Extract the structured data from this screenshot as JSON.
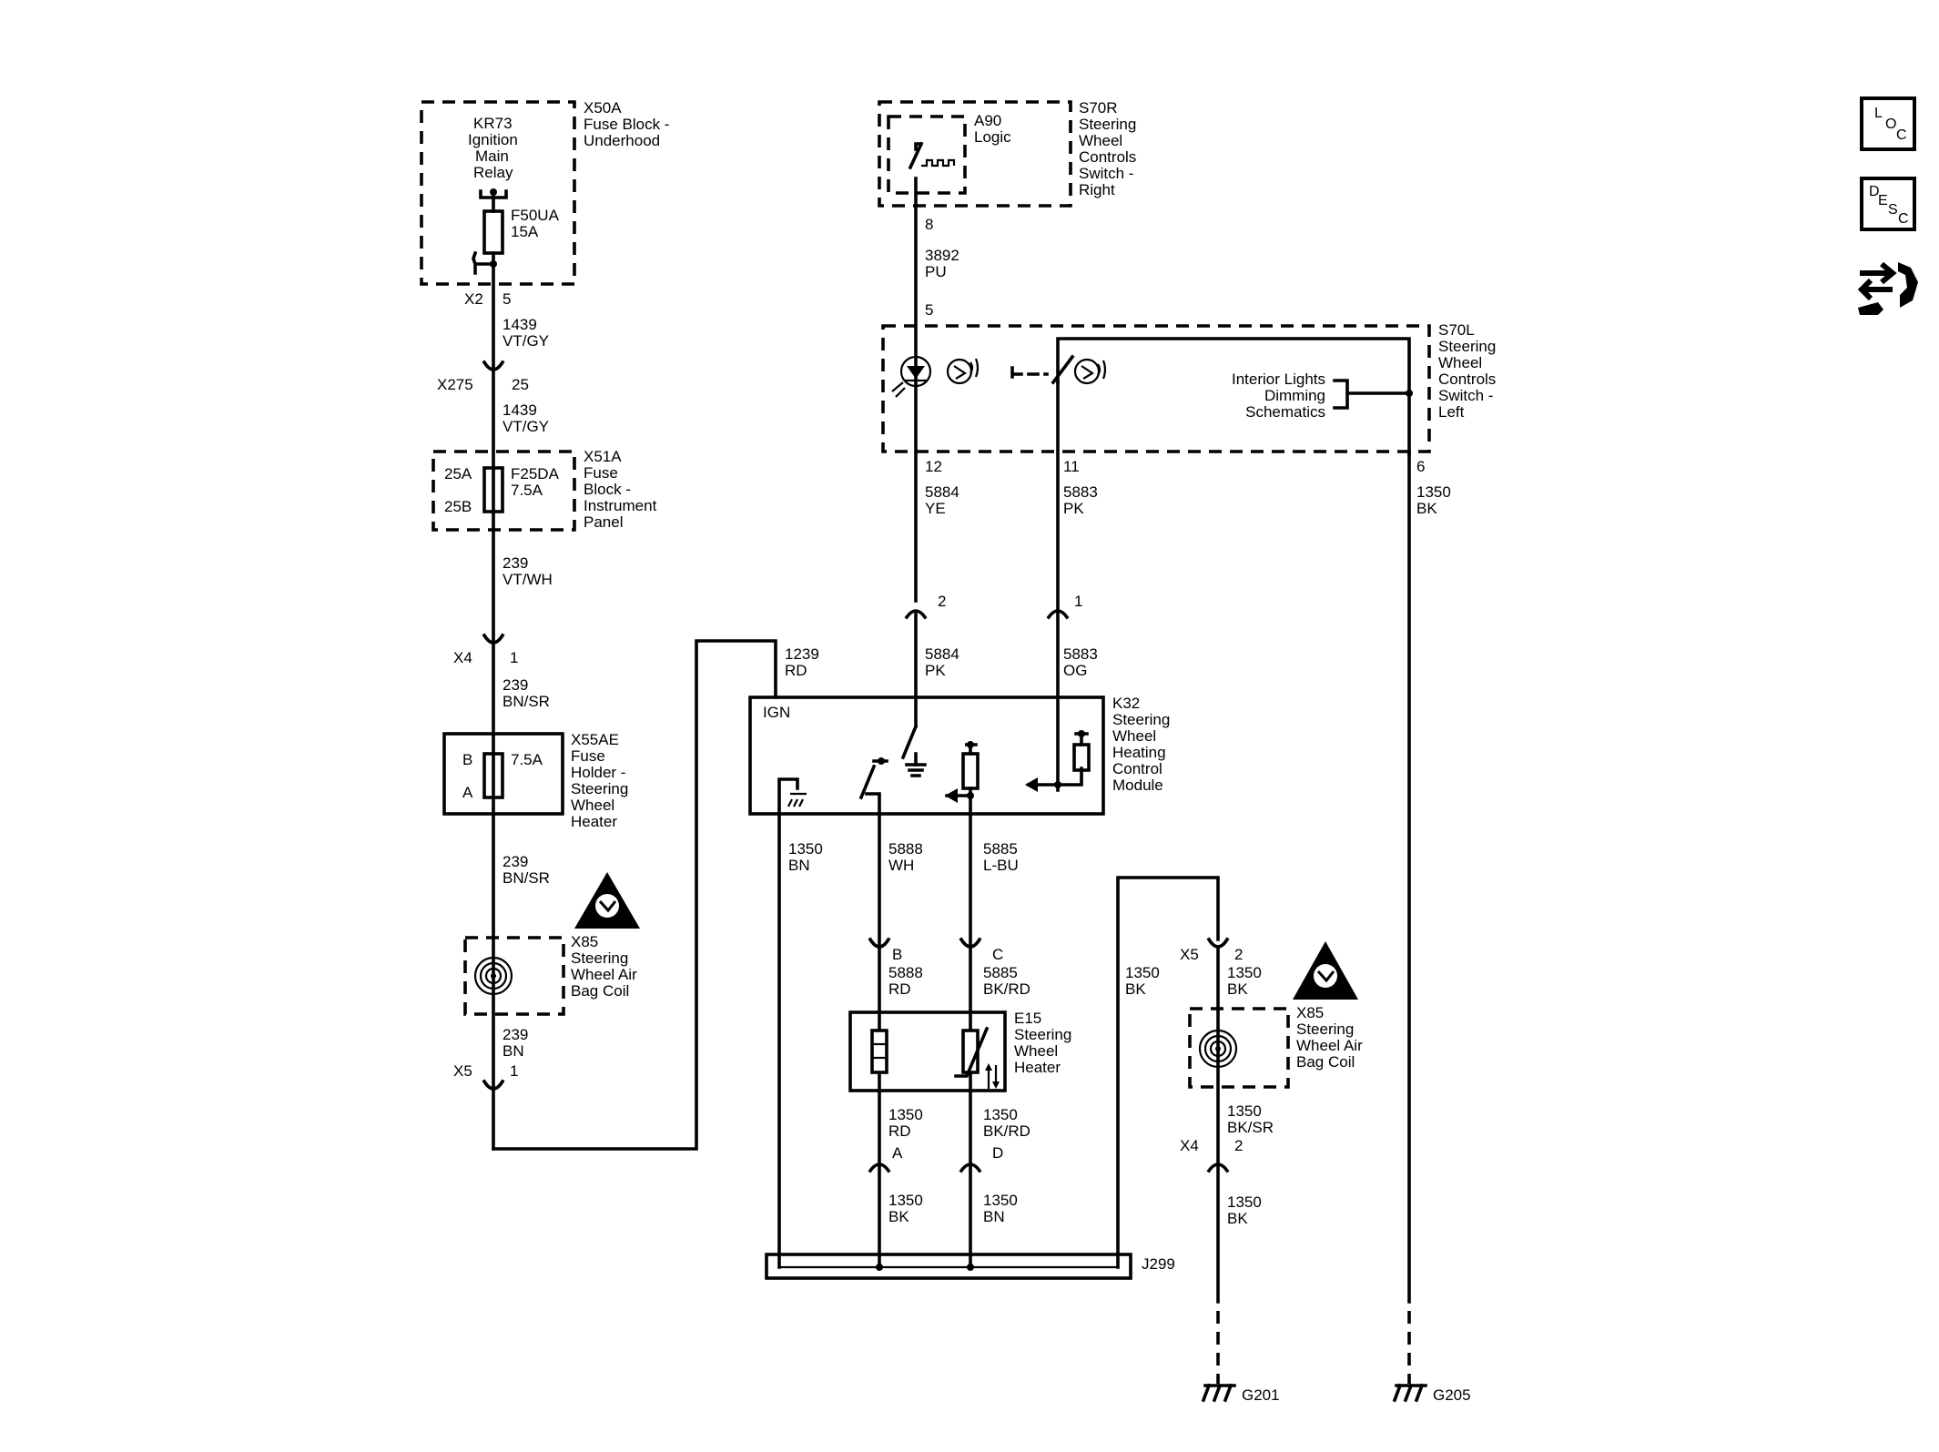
{
  "nav": {
    "loc": [
      "L",
      "O",
      "C"
    ],
    "desc": [
      "D",
      "E",
      "S",
      "C"
    ],
    "icons": [
      "loc-button",
      "desc-button",
      "diagnostic-connector-icon"
    ]
  },
  "relay_block": {
    "relay": [
      "KR73",
      "Ignition",
      "Main",
      "Relay"
    ],
    "block": [
      "X50A",
      "Fuse Block -",
      "Underhood"
    ],
    "fuse": [
      "F50UA",
      "15A"
    ],
    "connector": "X2",
    "pin": "5"
  },
  "left_column": {
    "wire1": [
      "1439",
      "VT/GY"
    ],
    "x275": "X275",
    "x275_pin": "25",
    "wire2": [
      "1439",
      "VT/GY"
    ],
    "fuse_block": [
      "X51A",
      "Fuse",
      "Block -",
      "Instrument",
      "Panel"
    ],
    "fuse_block_pins": [
      "25A",
      "25B"
    ],
    "fuse2": [
      "F25DA",
      "7.5A"
    ],
    "wire3": [
      "239",
      "VT/WH"
    ],
    "x4": "X4",
    "x4_pin": "1",
    "wire4": [
      "239",
      "BN/SR"
    ],
    "fuse_holder": [
      "X55AE",
      "Fuse",
      "Holder -",
      "Steering",
      "Wheel",
      "Heater"
    ],
    "fuse_holder_pins": [
      "B",
      "A"
    ],
    "fuse3": "7.5A",
    "wire5": [
      "239",
      "BN/SR"
    ],
    "coil": [
      "X85",
      "Steering",
      "Wheel Air",
      "Bag Coil"
    ],
    "wire6": [
      "239",
      "BN"
    ],
    "x5": "X5",
    "x5_pin": "1"
  },
  "right_switch": {
    "switch": [
      "S70R",
      "Steering",
      "Wheel",
      "Controls",
      "Switch -",
      "Right"
    ],
    "logic": [
      "A90",
      "Logic"
    ],
    "pin": "8",
    "wire": [
      "3892",
      "PU"
    ]
  },
  "left_switch": {
    "switch": [
      "S70L",
      "Steering",
      "Wheel",
      "Controls",
      "Switch -",
      "Left"
    ],
    "in_pin": "5",
    "ref": [
      "Interior Lights",
      "Dimming",
      "Schematics"
    ],
    "pins": [
      "12",
      "11",
      "6"
    ],
    "wires": [
      [
        "5884",
        "YE"
      ],
      [
        "5883",
        "PK"
      ],
      [
        "1350",
        "BK"
      ]
    ]
  },
  "module": {
    "name": [
      "K32",
      "Steering",
      "Wheel",
      "Heating",
      "Control",
      "Module"
    ],
    "ign": "IGN",
    "in_pins": [
      "2",
      "1"
    ],
    "in_wires": [
      [
        "5884",
        "PK"
      ],
      [
        "5883",
        "OG"
      ]
    ],
    "ign_wire": [
      "1239",
      "RD"
    ],
    "out_wires": [
      [
        "1350",
        "BN"
      ],
      [
        "5888",
        "WH"
      ],
      [
        "5885",
        "L-BU"
      ]
    ]
  },
  "heater": {
    "name": [
      "E15",
      "Steering",
      "Wheel",
      "Heater"
    ],
    "pins_top": [
      "B",
      "C"
    ],
    "wires_top": [
      [
        "5888",
        "RD"
      ],
      [
        "5885",
        "BK/RD"
      ]
    ],
    "wires_bottom": [
      [
        "1350",
        "RD"
      ],
      [
        "1350",
        "BK/RD"
      ]
    ],
    "pins_bottom": [
      "A",
      "D"
    ],
    "wires_low": [
      [
        "1350",
        "BK"
      ],
      [
        "1350",
        "BN"
      ]
    ]
  },
  "splice": "J299",
  "right_coil": {
    "wire_in": [
      "1350",
      "BK"
    ],
    "x5": "X5",
    "x5_pin": "2",
    "wire1": [
      "1350",
      "BK"
    ],
    "coil": [
      "X85",
      "Steering",
      "Wheel Air",
      "Bag Coil"
    ],
    "wire2": [
      "1350",
      "BK/SR"
    ],
    "x4": "X4",
    "x4_pin": "2",
    "wire3": [
      "1350",
      "BK"
    ]
  },
  "grounds": [
    "G201",
    "G205"
  ]
}
